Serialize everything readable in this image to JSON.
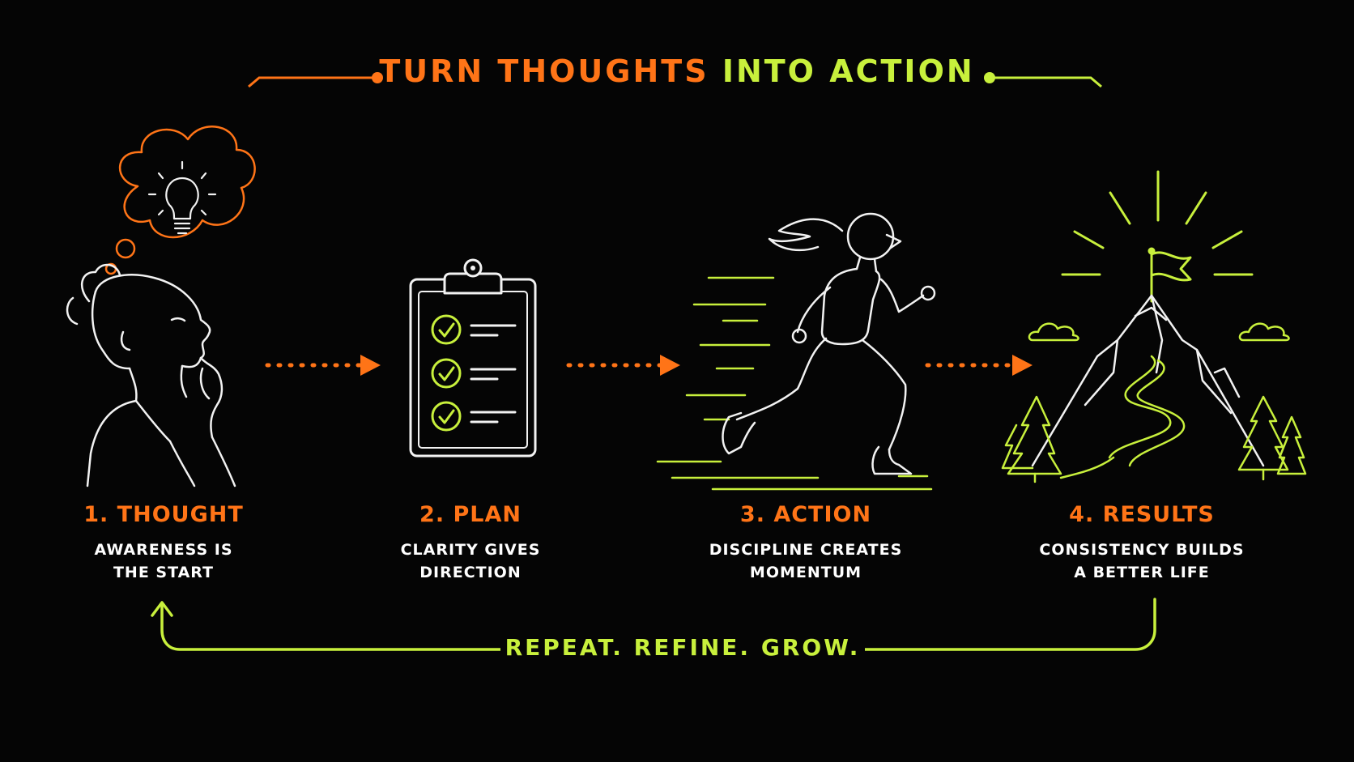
{
  "title": {
    "part1": "TURN THOUGHTS",
    "part2": "INTO ACTION"
  },
  "colors": {
    "orange": "#ff7417",
    "lime": "#c8f03c",
    "line": "#f2f2f2",
    "background": "#050505"
  },
  "steps": [
    {
      "title": "1. THOUGHT",
      "desc": "AWARENESS IS\nTHE START",
      "icon": "thinking-person-icon"
    },
    {
      "title": "2. PLAN",
      "desc": "CLARITY GIVES\nDIRECTION",
      "icon": "clipboard-checklist-icon"
    },
    {
      "title": "3. ACTION",
      "desc": "DISCIPLINE CREATES\nMOMENTUM",
      "icon": "runner-icon"
    },
    {
      "title": "4. RESULTS",
      "desc": "CONSISTENCY BUILDS\nA BETTER LIFE",
      "icon": "mountain-flag-icon"
    }
  ],
  "loop": {
    "label": "REPEAT. REFINE. GROW."
  }
}
